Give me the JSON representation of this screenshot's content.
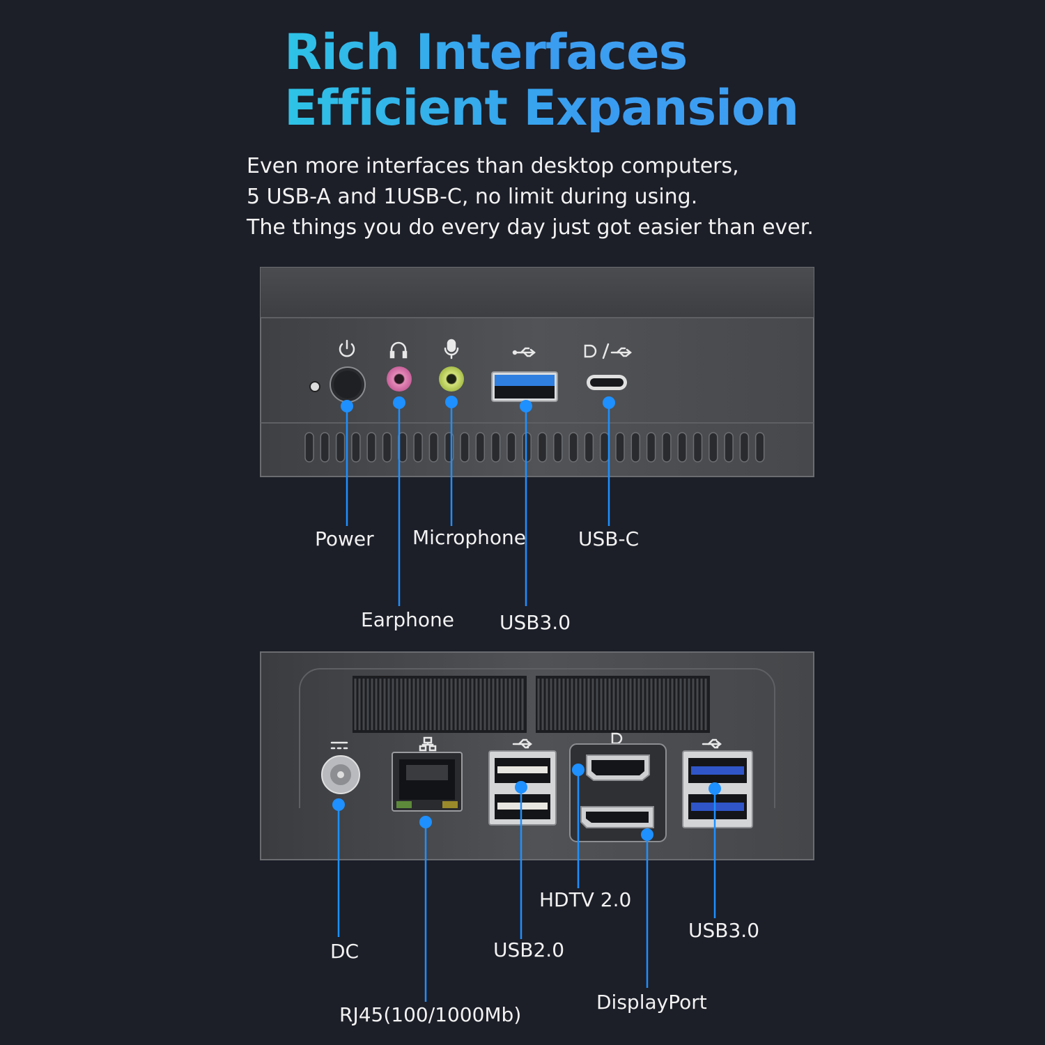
{
  "headline": {
    "line1": "Rich Interfaces",
    "line2": "Efficient Expansion"
  },
  "description": {
    "line1": "Even more interfaces than desktop computers,",
    "line2": "5 USB-A and 1USB-C, no limit during using.",
    "line3": "The things you do every day just got easier than ever."
  },
  "front_panel": {
    "labels": {
      "power": "Power",
      "earphone": "Earphone",
      "microphone": "Microphone",
      "usb3": "USB3.0",
      "usbc": "USB-C"
    }
  },
  "rear_panel": {
    "labels": {
      "dc": "DC",
      "rj45": "RJ45(100/1000Mb)",
      "usb2": "USB2.0",
      "hdtv": "HDTV 2.0",
      "displayport": "DisplayPort",
      "usb3": "USB3.0"
    }
  },
  "colors": {
    "background": "#1c1e28",
    "accent": "#1e90ff",
    "title_gradient": [
      "#2ec3e6",
      "#3fa0f2"
    ]
  }
}
